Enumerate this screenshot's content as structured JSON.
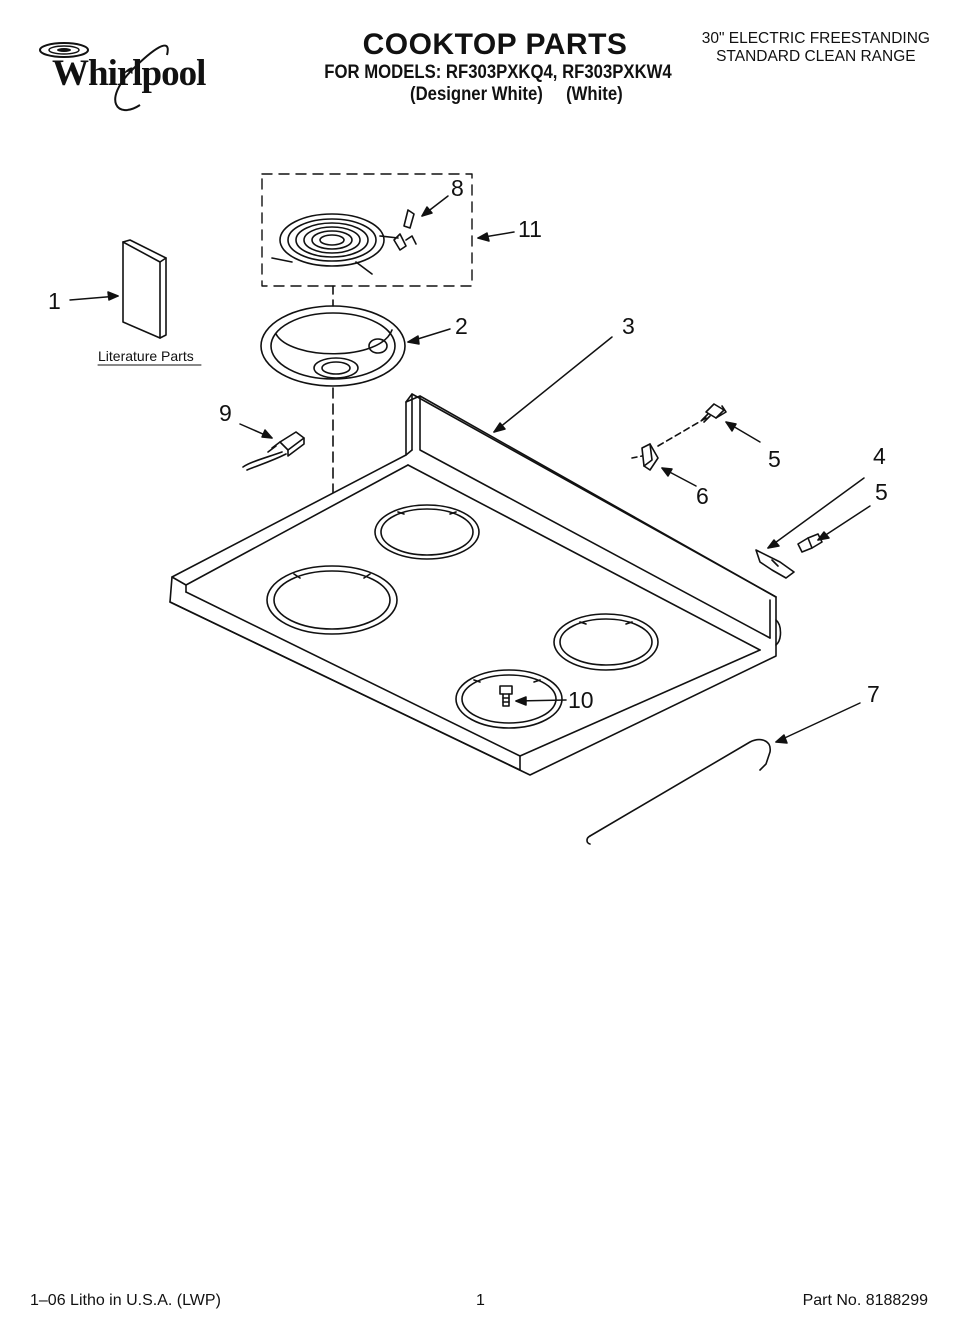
{
  "header": {
    "brand": "Whirlpool",
    "title": "COOKTOP PARTS",
    "models": "FOR MODELS: RF303PXKQ4, RF303PXKW4",
    "colors": "(Designer White)     (White)",
    "range_line1": "30\" ELECTRIC FREESTANDING",
    "range_line2": "STANDARD CLEAN RANGE"
  },
  "diagram": {
    "literature_label": "Literature Parts",
    "callouts": [
      "1",
      "2",
      "3",
      "4",
      "5",
      "5",
      "6",
      "7",
      "8",
      "9",
      "10",
      "11"
    ]
  },
  "footer": {
    "litho": "1–06 Litho in U.S.A. (LWP)",
    "page": "1",
    "part_no": "Part No. 8188299"
  }
}
